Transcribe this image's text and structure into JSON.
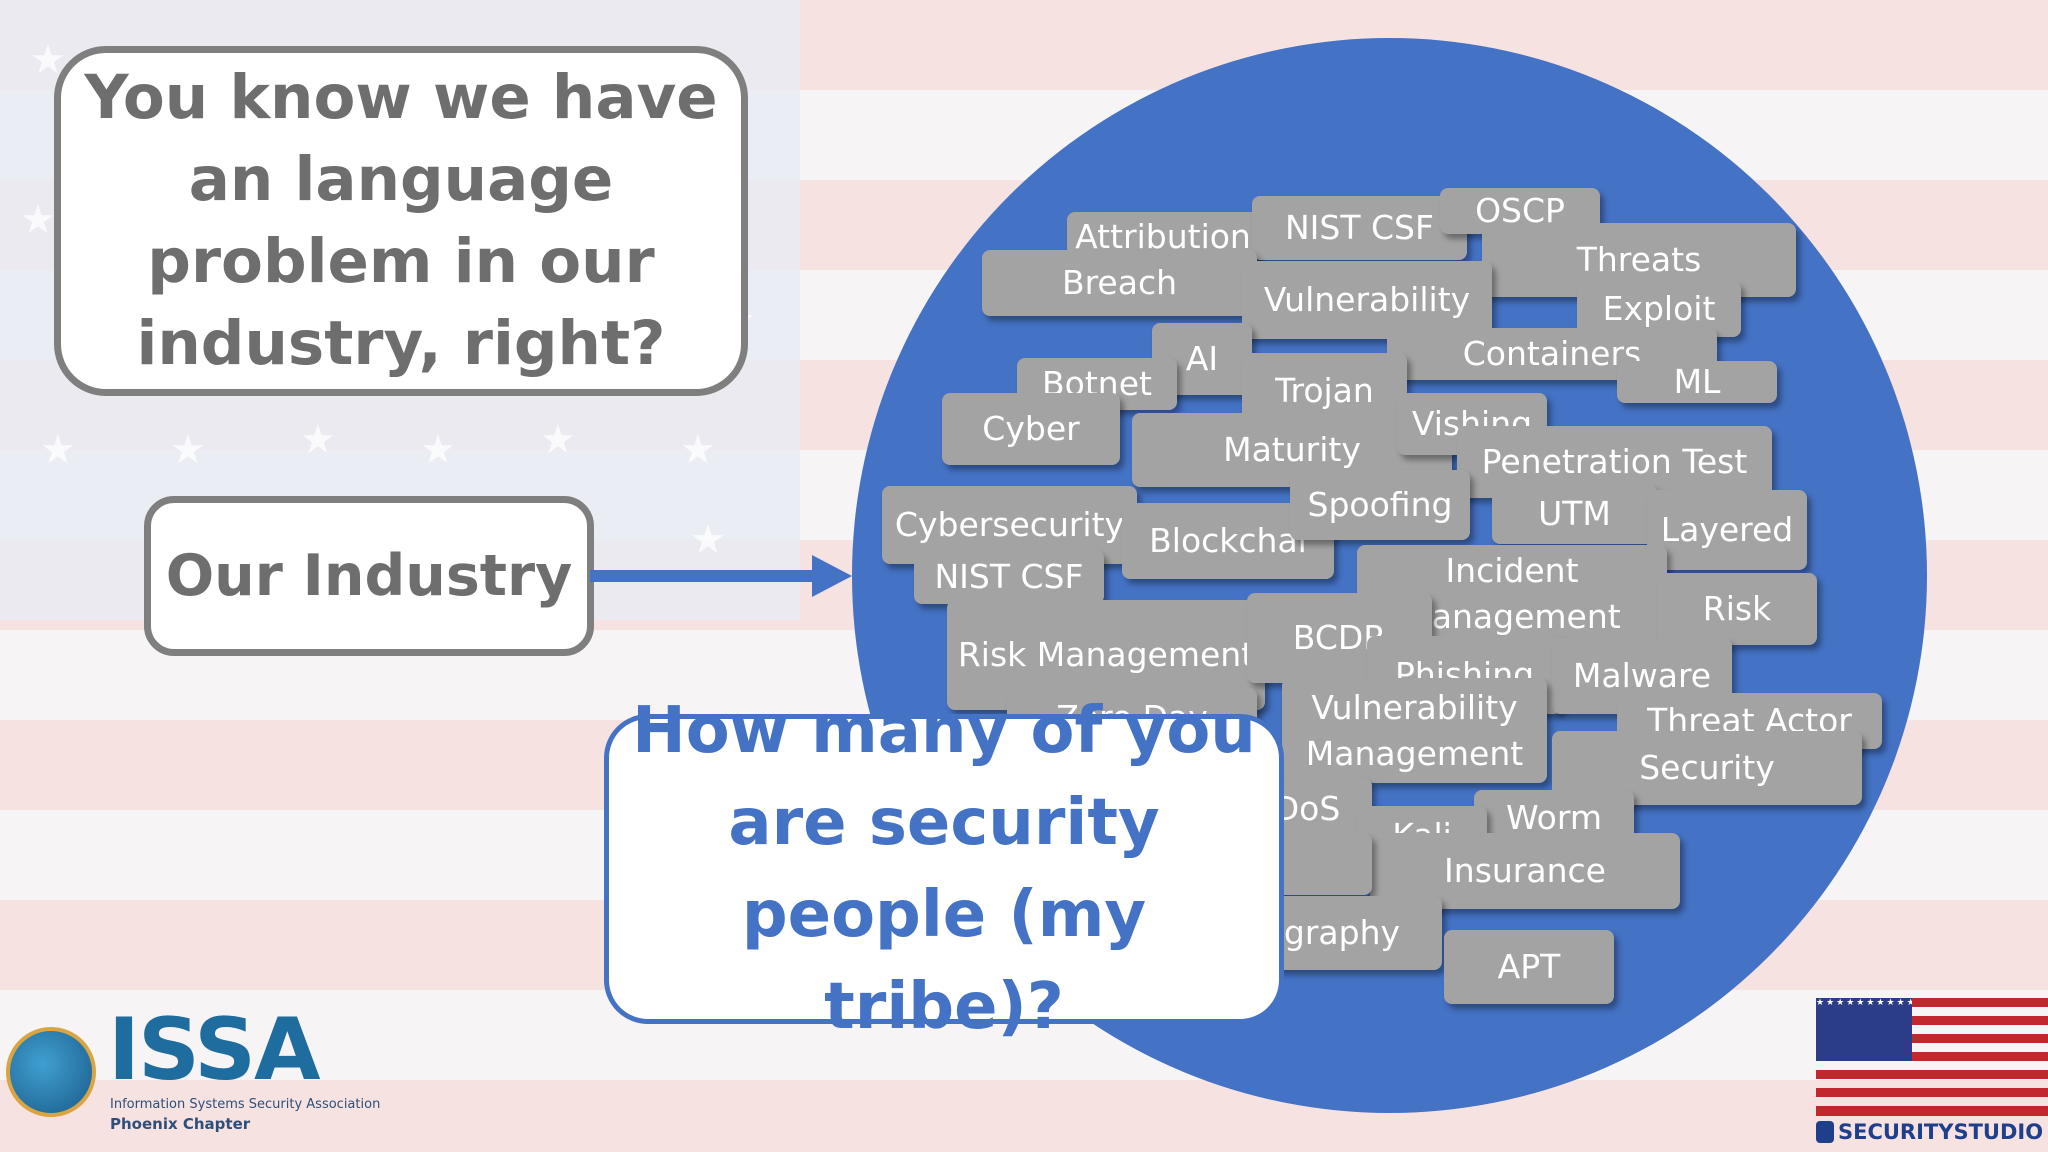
{
  "slide": {
    "language_question": "You know we have an language problem in our industry, right?",
    "industry_label": "Our Industry",
    "tribe_question": "How many of you are security people (my tribe)?"
  },
  "terms": {
    "attribution": "Attribution",
    "nist_csf_top": "NIST CSF",
    "oscp": "OSCP",
    "breach": "Breach",
    "vulnerability": "Vulnerability",
    "threats": "Threats",
    "exploit": "Exploit",
    "ai": "AI",
    "containers": "Containers",
    "botnet": "Botnet",
    "trojan": "Trojan",
    "ml": "ML",
    "cyber": "Cyber",
    "vishing": "Vishing",
    "maturity": "Maturity",
    "penetration_test": "Penetration Test",
    "cybersecurity": "Cybersecurity",
    "blockchain": "Blockchai",
    "spoofing": "Spoofing",
    "utm": "UTM",
    "layered": "Layered",
    "nist_csf_mid": "NIST CSF",
    "incident_management": "Incident Management",
    "risk_management": "Risk Management",
    "risk": "Risk",
    "bcdr": "BCDR",
    "phishing": "Phishing",
    "malware": "Malware",
    "zero_day": "Zero Day",
    "vulnerability_management": "Vulnerability Management",
    "threat_actor": "Threat Actor",
    "security": "Security",
    "dos": "DoS",
    "worm": "Worm",
    "kali": "Kali",
    "insurance": "Insurance",
    "cryptography": "graphy",
    "apt": "APT"
  },
  "logos": {
    "issa_name": "ISSA",
    "issa_full_name": "Information Systems Security Association",
    "issa_chapter": "Phoenix Chapter",
    "securitystudio": "SECURITYSTUDIO"
  },
  "colors": {
    "accent_blue": "#4472c4",
    "callout_gray": "#7f7f7f",
    "term_gray": "#a3a3a3"
  },
  "icons": {
    "arrow": "arrow-right-icon",
    "issa_globe": "globe-icon",
    "us_flag": "us-flag-icon"
  }
}
